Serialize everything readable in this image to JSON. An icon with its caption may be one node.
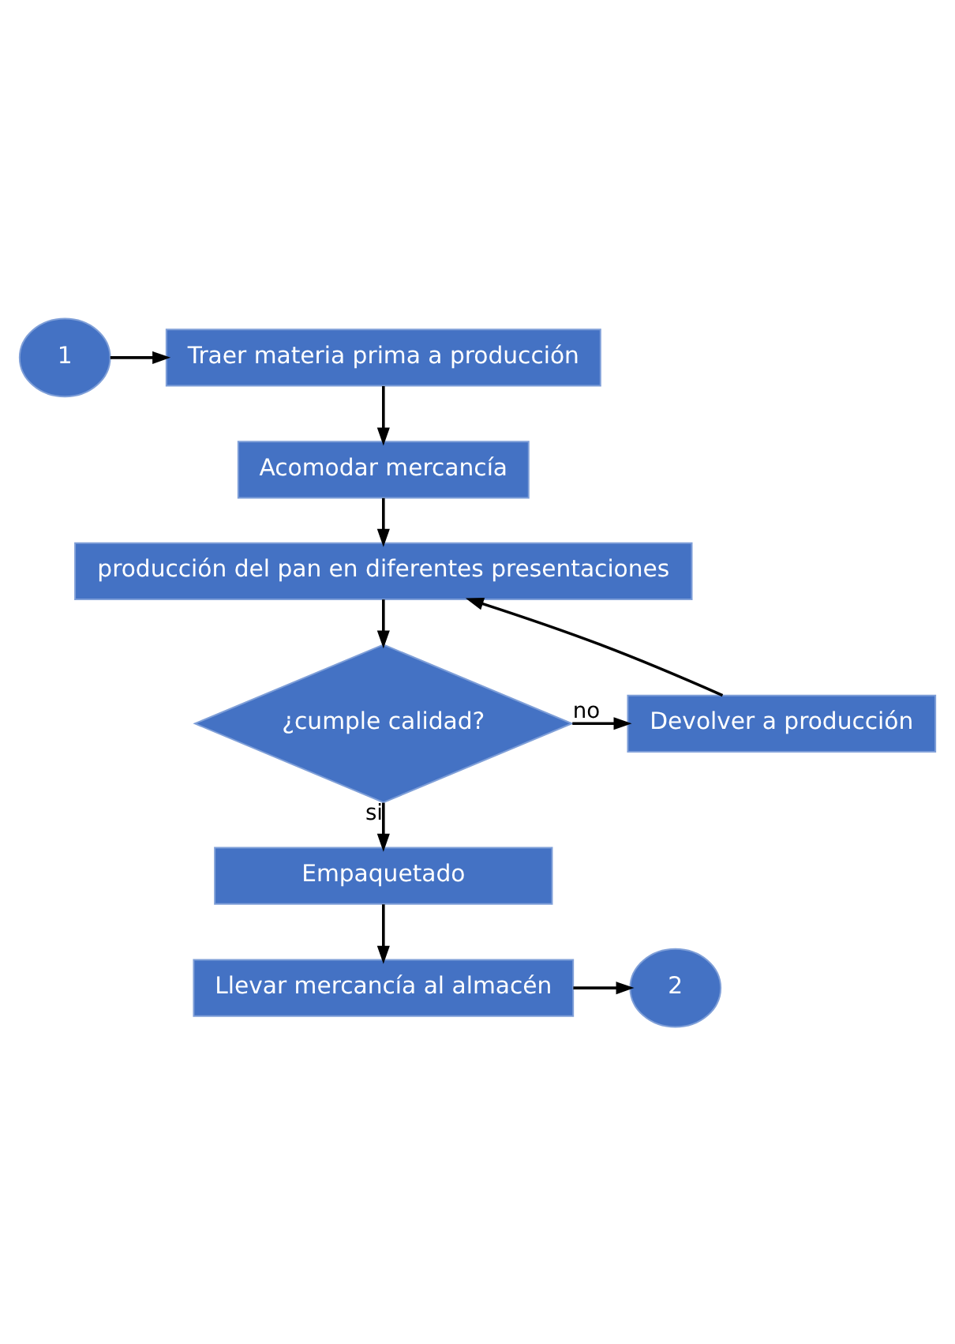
{
  "diagram": {
    "nodes": [
      {
        "text": [
          "1"
        ]
      },
      {
        "text": [
          "Traer materia prima a producción"
        ]
      },
      {
        "text": [
          "Acomodar mercancía"
        ]
      },
      {
        "text": [
          "producción del pan en diferentes presentaciones"
        ]
      },
      {
        "text": [
          "¿cumple calidad?"
        ]
      },
      {
        "text": [
          "Devolver a producción"
        ]
      },
      {
        "text": [
          "Empaquetado"
        ]
      },
      {
        "text": [
          "Llevar mercancía al almacén"
        ]
      },
      {
        "text": [
          "2"
        ]
      }
    ],
    "edges": [
      {
        "from": 0,
        "to": 1,
        "arrow": "to"
      },
      {
        "from": 1,
        "to": 2,
        "arrow": "to"
      },
      {
        "from": 2,
        "to": 3,
        "arrow": "to"
      },
      {
        "from": 3,
        "to": 4,
        "arrow": "to"
      },
      {
        "from": 4,
        "to": 5,
        "arrow": "to",
        "label": "no"
      },
      {
        "from": 5,
        "to": 3,
        "arrow": "to"
      },
      {
        "from": 4,
        "to": 6,
        "arrow": "to",
        "label": "si"
      },
      {
        "from": 6,
        "to": 7,
        "arrow": "to"
      },
      {
        "from": 7,
        "to": 8,
        "arrow": "to"
      }
    ]
  }
}
